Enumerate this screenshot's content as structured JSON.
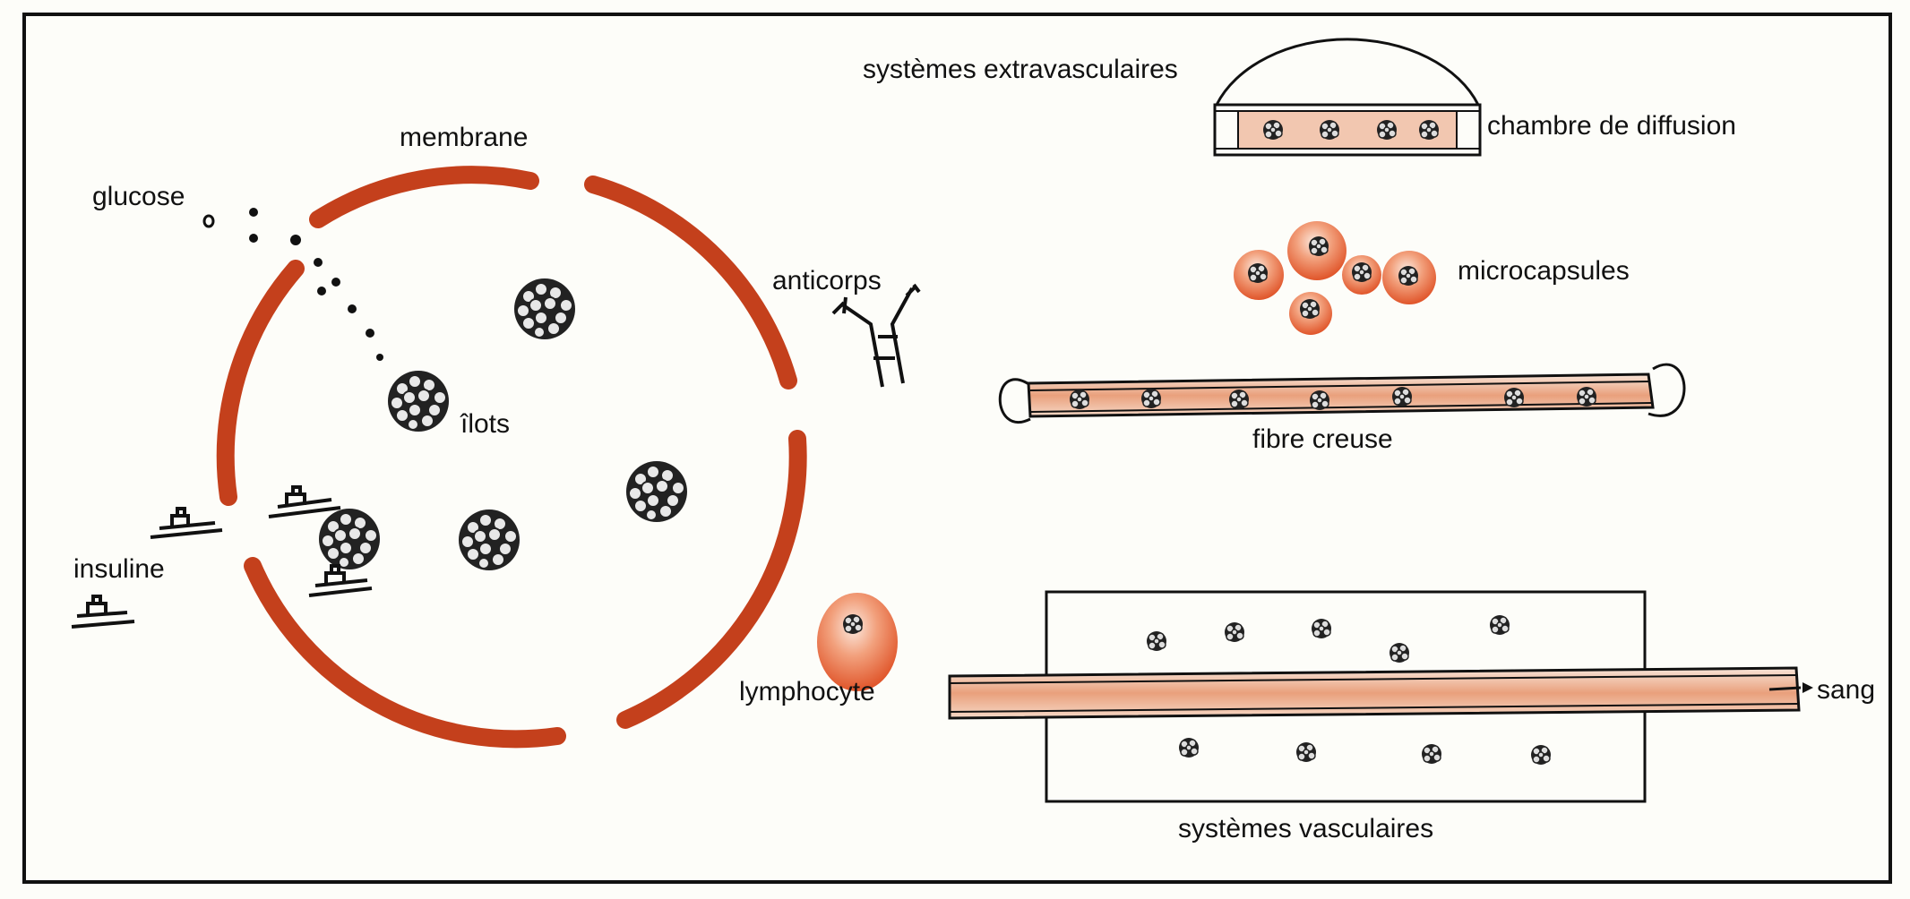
{
  "diagram": {
    "colors": {
      "membrane": "#c4401c",
      "capsule": "#e0643a",
      "tube_fill": "#e8a483",
      "ink": "#111111",
      "paper": "#fdfdf9"
    },
    "labels": {
      "membrane": "membrane",
      "glucose": "glucose",
      "islets": "îlots",
      "insulin": "insuline",
      "antibodies": "anticorps",
      "lymphocyte": "lymphocyte",
      "extravascular_systems": "systèmes extravasculaires",
      "diffusion_chamber": "chambre de diffusion",
      "microcapsules": "microcapsules",
      "hollow_fiber": "fibre creuse",
      "vascular_systems": "systèmes vasculaires",
      "blood": "sang"
    }
  }
}
